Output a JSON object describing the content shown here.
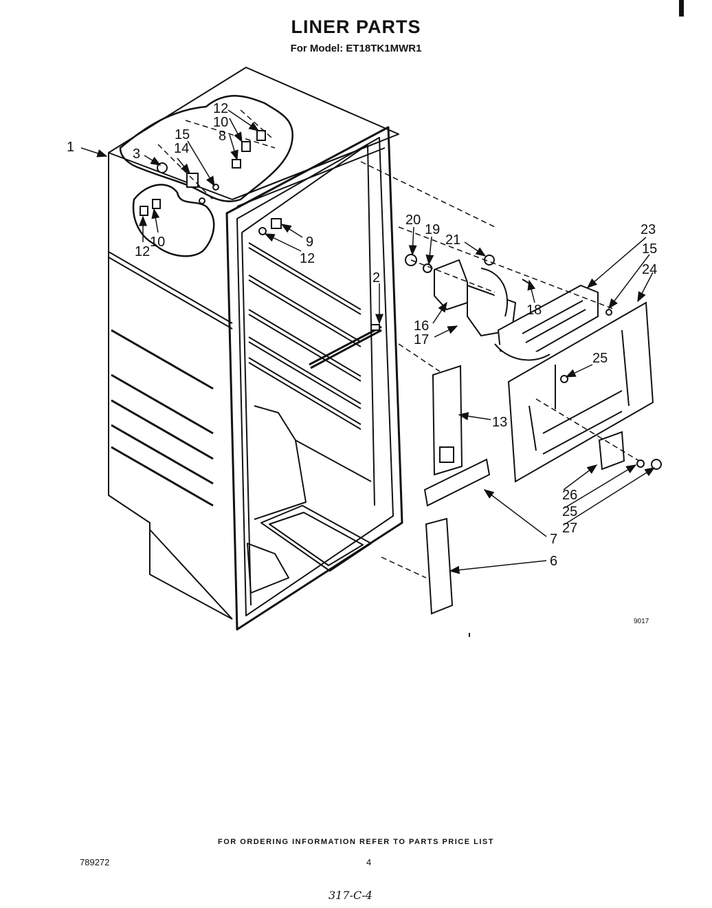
{
  "header": {
    "title": "LINER PARTS",
    "subtitle": "For Model: ET18TK1MWR1"
  },
  "diagram": {
    "figure_code": "9017",
    "callouts": [
      {
        "id": "c1",
        "label": "1"
      },
      {
        "id": "c2",
        "label": "2"
      },
      {
        "id": "c3",
        "label": "3"
      },
      {
        "id": "c6",
        "label": "6"
      },
      {
        "id": "c7",
        "label": "7"
      },
      {
        "id": "c8",
        "label": "8"
      },
      {
        "id": "c9",
        "label": "9"
      },
      {
        "id": "c10a",
        "label": "10"
      },
      {
        "id": "c10b",
        "label": "10"
      },
      {
        "id": "c12a",
        "label": "12"
      },
      {
        "id": "c12b",
        "label": "12"
      },
      {
        "id": "c12c",
        "label": "12"
      },
      {
        "id": "c13",
        "label": "13"
      },
      {
        "id": "c14",
        "label": "14"
      },
      {
        "id": "c15a",
        "label": "15"
      },
      {
        "id": "c15b",
        "label": "15"
      },
      {
        "id": "c16",
        "label": "16"
      },
      {
        "id": "c17",
        "label": "17"
      },
      {
        "id": "c18",
        "label": "18"
      },
      {
        "id": "c19",
        "label": "19"
      },
      {
        "id": "c20",
        "label": "20"
      },
      {
        "id": "c21",
        "label": "21"
      },
      {
        "id": "c23",
        "label": "23"
      },
      {
        "id": "c24",
        "label": "24"
      },
      {
        "id": "c25a",
        "label": "25"
      },
      {
        "id": "c25b",
        "label": "25"
      },
      {
        "id": "c26",
        "label": "26"
      },
      {
        "id": "c27",
        "label": "27"
      }
    ]
  },
  "footer": {
    "ordering_note": "FOR ORDERING INFORMATION REFER TO PARTS PRICE LIST",
    "doc_number": "789272",
    "page_number": "4",
    "handwritten_code": "317-C-4"
  }
}
